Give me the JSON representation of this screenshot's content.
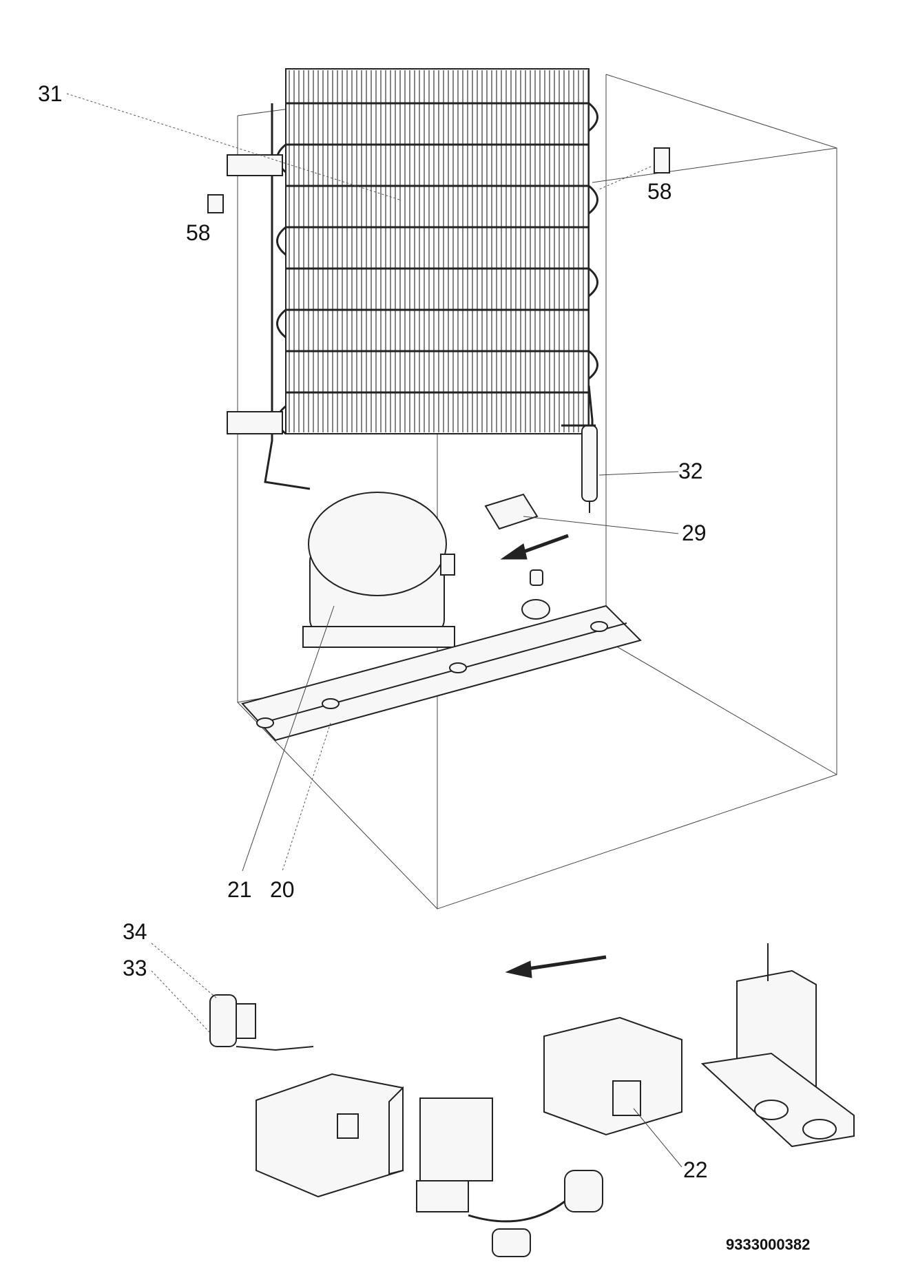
{
  "diagram": {
    "callouts": [
      {
        "id": "c31",
        "label": "31"
      },
      {
        "id": "c58a",
        "label": "58"
      },
      {
        "id": "c58b",
        "label": "58"
      },
      {
        "id": "c32",
        "label": "32"
      },
      {
        "id": "c29",
        "label": "29"
      },
      {
        "id": "c21",
        "label": "21"
      },
      {
        "id": "c20",
        "label": "20"
      },
      {
        "id": "c34",
        "label": "34"
      },
      {
        "id": "c33",
        "label": "33"
      },
      {
        "id": "c22",
        "label": "22"
      }
    ],
    "document_number": "9333000382"
  }
}
